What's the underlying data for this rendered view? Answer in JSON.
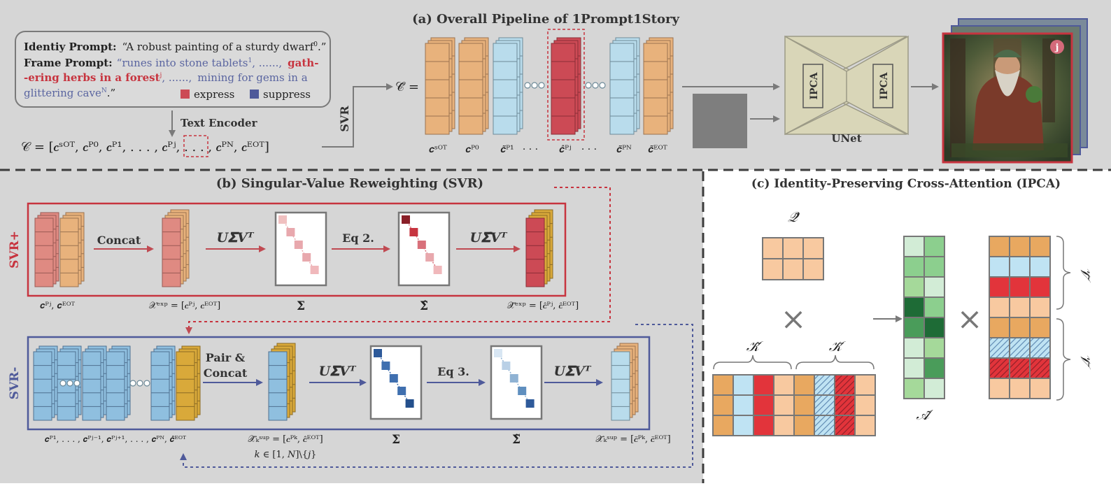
{
  "panel_a": {
    "title": "(a) Overall Pipeline of 1Prompt1Story",
    "prompt": {
      "identity_label": "Identiy Prompt:",
      "identity_text": "“A robust painting of a sturdy dwarf",
      "identity_sup": "0",
      "identity_end": ".”",
      "frame_label": "Frame Prompt:",
      "frame_text_1": "“runes into stone tablets",
      "frame_sup_1": "1",
      "frame_text_2": ", ......,",
      "frame_red_1": "gath-",
      "frame_red_2": "-ering herbs in a forest",
      "frame_sup_j": "j",
      "frame_text_3": ", ......,",
      "frame_text_4": "mining for gems in a",
      "frame_text_5": "glittering cave",
      "frame_sup_n": "N",
      "frame_end": ".”",
      "legend_express": "express",
      "legend_suppress": "suppress"
    },
    "text_encoder_label": "Text Encoder",
    "svr_label": "SVR",
    "c_sequence": "𝒞 = [𝒄ˢᴼᵀ, 𝒄ᴾ⁰, 𝒄ᴾ¹, . . . , 𝒄ᴾʲ, . . . , 𝒄ᴾᴺ, 𝒄ᴱᴼᵀ]",
    "c_tilde": "𝒞̃ =",
    "column_labels": [
      "𝒄ˢᴼᵀ",
      "𝒄ᴾ⁰",
      "𝒄̃ᴾ¹",
      "· · ·",
      "𝒄̂ᴾʲ",
      "· · ·",
      "𝒄̃ᴾᴺ",
      "𝒄̃ᴱᴼᵀ"
    ],
    "unet_label": "UNet",
    "ipca_label": "IPCA",
    "badge": "j"
  },
  "panel_b": {
    "title": "(b) Singular-Value Reweighting (SVR)",
    "svr_plus": "SVR+",
    "svr_minus": "SVR-",
    "concat": "Concat",
    "pair_concat_1": "Pair &",
    "pair_concat_2": "Concat",
    "usvt": "𝑼𝚺𝑽ᵀ",
    "usvt_hat": "𝑼𝚺̂𝑽ᵀ",
    "usvt_tilde": "𝑼𝚺̃𝑽ᵀ",
    "eq2": "Eq 2.",
    "eq3": "Eq 3.",
    "sigma": "𝚺",
    "sigma_hat": "𝚺̂",
    "sigma_tilde": "𝚺̃",
    "plus_labels": [
      "𝒄ᴾʲ, 𝒄ᴱᴼᵀ",
      "𝒳ᵉˣᵖ = [𝒄ᴾʲ, 𝒄ᴱᴼᵀ]",
      "𝒳̂ᵉˣᵖ = [𝒄̂ᴾʲ, 𝒄̂ᴱᴼᵀ]"
    ],
    "minus_labels": [
      "𝒄ᴾ¹, . . . , 𝒄ᴾʲ⁻¹, 𝒄ᴾʲ⁺¹, . . . , 𝒄ᴾᴺ, 𝒄̂ᴱᴼᵀ",
      "𝒳̂ₖˢᵘᵖ = [𝒄ᴾᵏ, 𝒄̂ᴱᴼᵀ]",
      "𝑘 ∈ [1, 𝑁]\\{𝑗}",
      "𝒳̃ₖˢᵘᵖ = [𝒄̃ᴾᵏ, 𝒄̃ᴱᴼᵀ]"
    ]
  },
  "panel_c": {
    "title": "(c) Identity-Preserving Cross-Attention (IPCA)",
    "q_label": "𝒬̃",
    "k_tilde": "𝒦̃",
    "k_bar": "𝒦̄",
    "a_label": "𝒜̃",
    "v_tilde": "𝒱̃",
    "v_bar": "𝒱̄",
    "times": "×"
  },
  "colors": {
    "express": "#cc4a55",
    "suppress": "#4f5a9a",
    "orange": "#e8a860",
    "peach": "#f8c9a0",
    "light_blue": "#bfe3f3",
    "red": "#e2343b",
    "greens": [
      "#d2ecd6",
      "#8ccf8e",
      "#a5d99a",
      "#1e6b36",
      "#4a9c5a"
    ]
  }
}
